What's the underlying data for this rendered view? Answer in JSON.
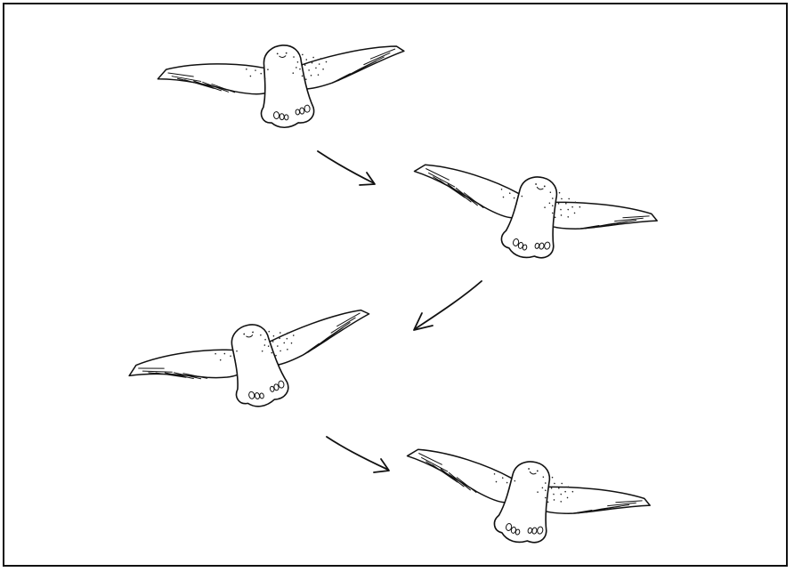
{
  "figure": {
    "frames": [
      {
        "id": "frame-1",
        "pose": "wings-level"
      },
      {
        "id": "frame-2",
        "pose": "banking-right"
      },
      {
        "id": "frame-3",
        "pose": "banking-left"
      },
      {
        "id": "frame-4",
        "pose": "banking-right"
      }
    ],
    "sequence": [
      "frame-1",
      "frame-2",
      "frame-3",
      "frame-4"
    ],
    "stroke_color": "#111111",
    "background_color": "#ffffff"
  }
}
